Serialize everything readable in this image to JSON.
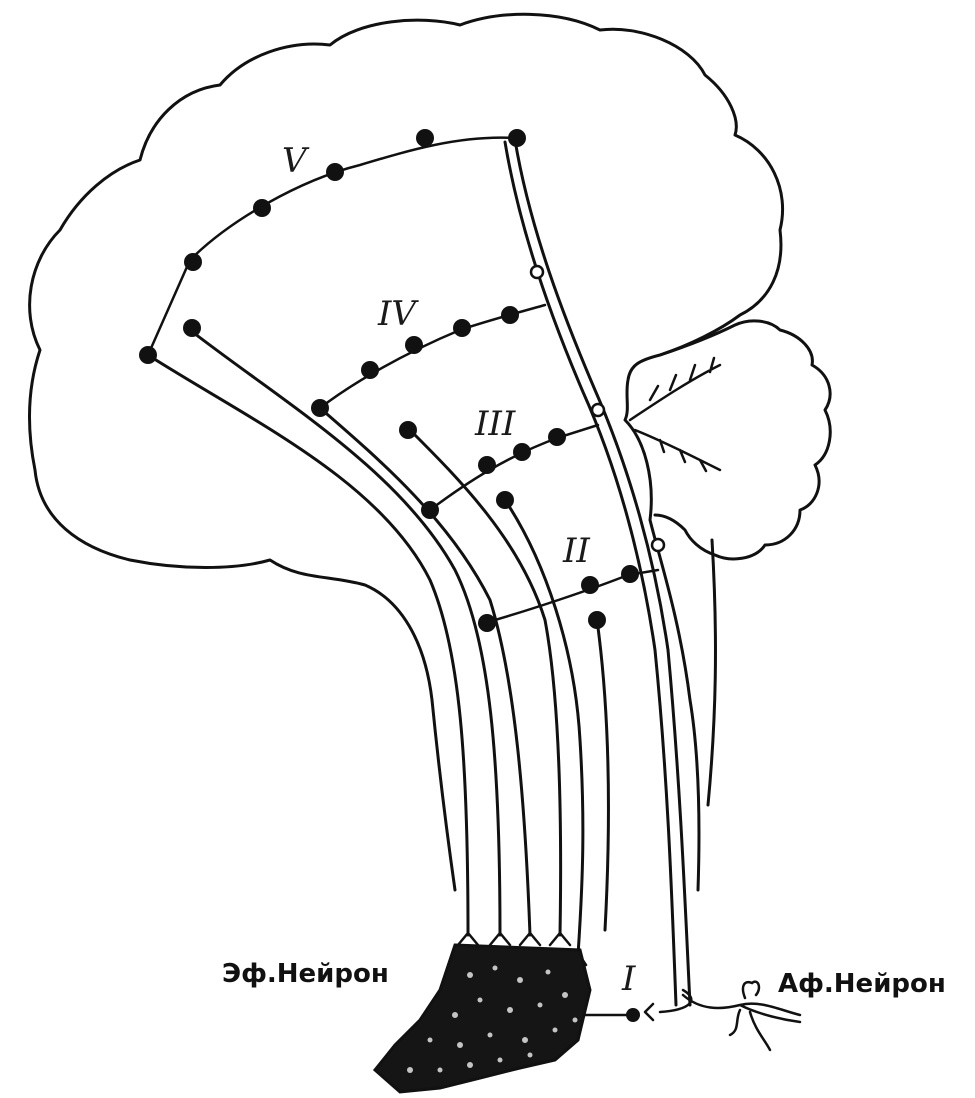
{
  "labels": {
    "efferent": "Эф.Нейрон",
    "afferent": "Аф.Нейрон"
  },
  "levels": [
    "I",
    "II",
    "III",
    "IV",
    "V"
  ]
}
